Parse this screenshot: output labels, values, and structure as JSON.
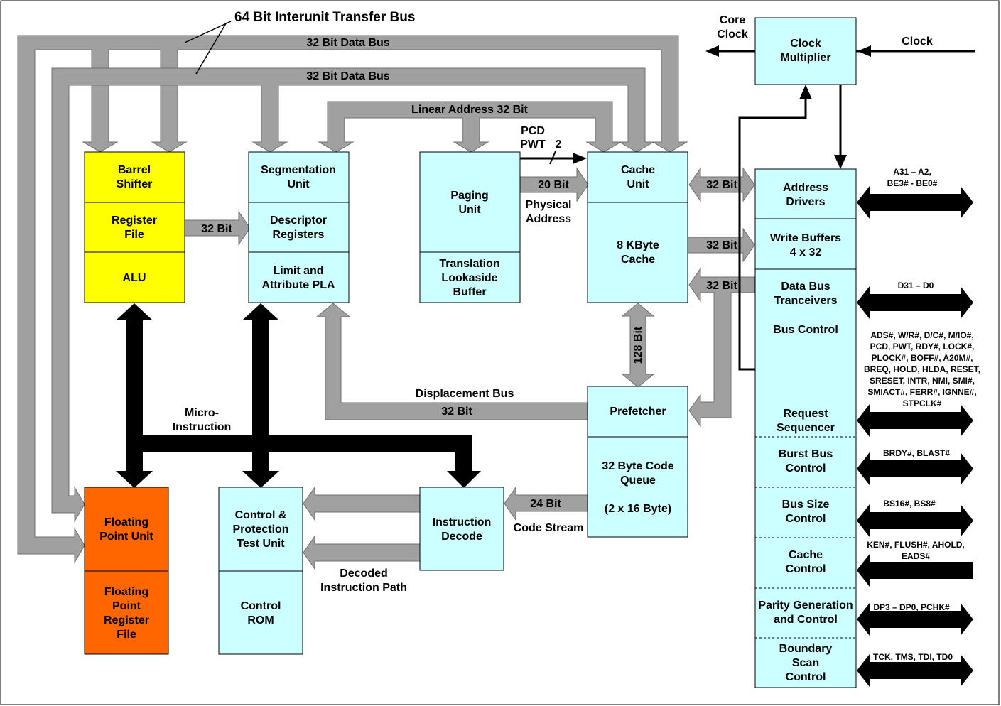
{
  "title": "64 Bit Interunit Transfer Bus",
  "buses": {
    "data_bus_1": "32 Bit Data Bus",
    "data_bus_2": "32 Bit Data Bus",
    "linear_address": "Linear  Address 32 Bit",
    "displacement": "Displacement Bus",
    "displacement_width": "32 Bit",
    "reg_to_desc": "32 Bit",
    "paging_to_cache": "20 Bit",
    "physical_address_1": "Physical",
    "physical_address_2": "Address",
    "pcd": "PCD",
    "pwt": "PWT",
    "pcd_pwt_width": "2",
    "cache_to_addr": "32 Bit",
    "cache_to_write": "32 Bit",
    "data_to_cache": "32 Bit",
    "cache_prefetch": "128 Bit",
    "code_stream_width": "24 Bit",
    "code_stream": "Code Stream",
    "micro_1": "Micro-",
    "micro_2": "Instruction",
    "decoded_1": "Decoded",
    "decoded_2": "Instruction Path"
  },
  "clock": {
    "core_1": "Core",
    "core_2": "Clock",
    "input": "Clock",
    "multiplier_1": "Clock",
    "multiplier_2": "Multiplier"
  },
  "units": {
    "barrel": [
      "Barrel",
      "Shifter"
    ],
    "register_file": [
      "Register",
      "File"
    ],
    "alu": [
      "ALU"
    ],
    "segmentation": [
      "Segmentation",
      "Unit"
    ],
    "descriptor": [
      "Descriptor",
      "Registers"
    ],
    "limit": [
      "Limit and",
      "Attribute PLA"
    ],
    "paging": [
      "Paging",
      "Unit"
    ],
    "tlb": [
      "Translation",
      "Lookaside",
      "Buffer"
    ],
    "cache_unit": [
      "Cache",
      "Unit"
    ],
    "cache_8k": [
      "8 KByte",
      "Cache"
    ],
    "prefetcher": [
      "Prefetcher"
    ],
    "code_queue": [
      "32 Byte Code",
      "Queue",
      "",
      "(2 x 16 Byte)"
    ],
    "instr_decode": [
      "Instruction",
      "Decode"
    ],
    "control_test": [
      "Control &",
      "Protection",
      "Test Unit"
    ],
    "control_rom": [
      "Control",
      "ROM"
    ],
    "fpu": [
      "Floating",
      "Point Unit"
    ],
    "fp_regfile": [
      "Floating",
      "Point",
      "Register",
      "File"
    ]
  },
  "bus_interface": {
    "address_drivers": [
      "Address",
      "Drivers"
    ],
    "write_buffers": [
      "Write Buffers",
      "4 x 32"
    ],
    "data_bus": [
      "Data Bus",
      "Tranceivers"
    ],
    "bus_control": [
      "Bus Control"
    ],
    "request_seq": [
      "Request",
      "Sequencer"
    ],
    "burst": [
      "Burst Bus",
      "Control"
    ],
    "bus_size": [
      "Bus Size",
      "Control"
    ],
    "cache_control": [
      "Cache",
      "Control"
    ],
    "parity": [
      "Parity Generation",
      "and Control"
    ],
    "boundary": [
      "Boundary",
      "Scan",
      "Control"
    ]
  },
  "signals": {
    "address": [
      "A31 – A2,",
      "BE3# - BE0#"
    ],
    "data": [
      "D31 – D0"
    ],
    "control": [
      "ADS#, W/R#, D/C#, M/IO#,",
      "PCD, PWT, RDY#, LOCK#,",
      "PLOCK#, BOFF#, A20M#,",
      "BREQ, HOLD, HLDA, RESET,",
      "SRESET, INTR, NMI, SMI#,",
      "SMIACT#, FERR#, IGNNE#,",
      "STPCLK#"
    ],
    "burst": [
      "BRDY#, BLAST#"
    ],
    "size": [
      "BS16#, BS8#"
    ],
    "cache": [
      "KEN#, FLUSH#, AHOLD,",
      "EADS#"
    ],
    "parity": [
      "DP3 – DP0, PCHK#"
    ],
    "jtag": [
      "TCK, TMS, TDI, TD0"
    ]
  },
  "colors": {
    "unit_fill": "#ccffff",
    "integer_fill": "#ffff00",
    "fpu_fill": "#ff6600",
    "bus_fill": "#a0a0a0"
  }
}
